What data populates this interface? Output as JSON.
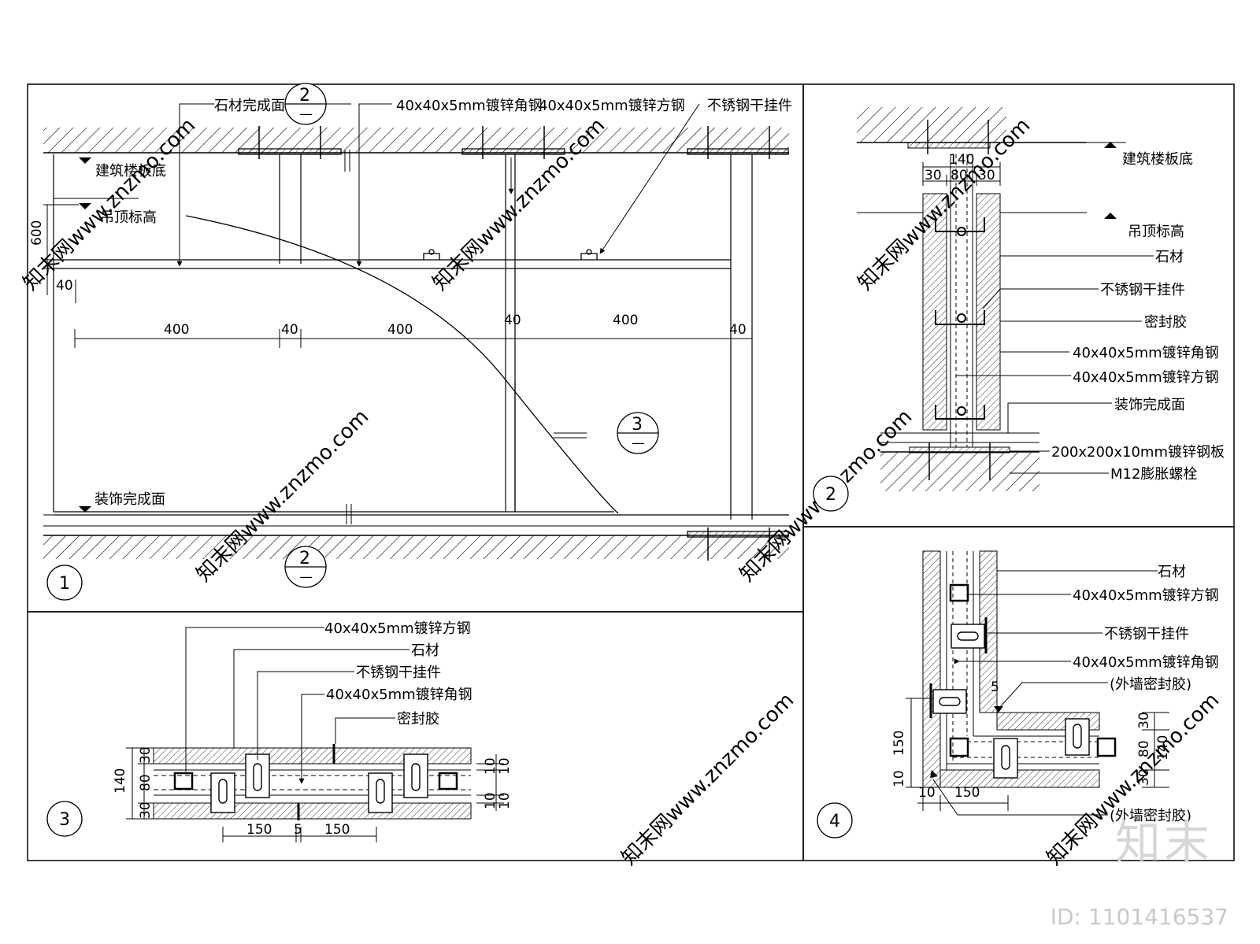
{
  "panel1": {
    "labels": {
      "stone_finish": "石材完成面",
      "angle_steel": "40x40x5mm镀锌角钢",
      "square_steel": "40x40x5mm镀锌方钢",
      "ss_hanger": "不锈钢干挂件",
      "floor_slab": "建筑楼板底",
      "ceiling_level": "吊顶标高",
      "deco_finish": "装饰完成面"
    },
    "dims": {
      "h600": "600",
      "h40": "40",
      "d400a": "400",
      "d40a": "40",
      "d400b": "400",
      "d40b": "40",
      "d400c": "400",
      "d40c": "40"
    },
    "section_top": {
      "num": "2",
      "sub": "—"
    },
    "section_mid": {
      "num": "3",
      "sub": "—"
    },
    "section_bot": {
      "num": "2",
      "sub": "—"
    },
    "number": "1"
  },
  "panel2": {
    "dims": {
      "w140": "140",
      "w30a": "30",
      "w80": "80",
      "w30b": "30"
    },
    "labels": {
      "floor_slab": "建筑楼板底",
      "ceiling_level": "吊顶标高",
      "stone": "石材",
      "ss_hanger": "不锈钢干挂件",
      "sealant": "密封胶",
      "angle_steel": "40x40x5mm镀锌角钢",
      "square_steel": "40x40x5mm镀锌方钢",
      "deco_finish": "装饰完成面",
      "plate": "200x200x10mm镀锌钢板",
      "bolt": "M12膨胀螺栓"
    },
    "number": "2"
  },
  "panel3": {
    "labels": {
      "square_steel": "40x40x5mm镀锌方钢",
      "stone": "石材",
      "ss_hanger": "不锈钢干挂件",
      "angle_steel": "40x40x5mm镀锌角钢",
      "sealant": "密封胶"
    },
    "dims": {
      "h140": "140",
      "h30a": "30",
      "h80": "80",
      "h30b": "30",
      "r10a": "10",
      "r10b": "10",
      "r10c": "10",
      "r10d": "10",
      "w150a": "150",
      "w5": "5",
      "w150b": "150"
    },
    "number": "3"
  },
  "panel4": {
    "labels": {
      "stone": "石材",
      "square_steel": "40x40x5mm镀锌方钢",
      "ss_hanger": "不锈钢干挂件",
      "angle_steel": "40x40x5mm镀锌角钢",
      "ext_sealant_a": "(外墙密封胶)",
      "ext_sealant_b": "(外墙密封胶)"
    },
    "dims": {
      "v150": "150",
      "v10": "10",
      "h10": "10",
      "h150": "150",
      "d5": "5",
      "r30a": "30",
      "r80": "80",
      "r30b": "30",
      "r140": "140"
    },
    "number": "4"
  },
  "watermark": {
    "brand": "知末",
    "id": "ID: 1101416537",
    "site": "知末网www.znzmo.com"
  }
}
